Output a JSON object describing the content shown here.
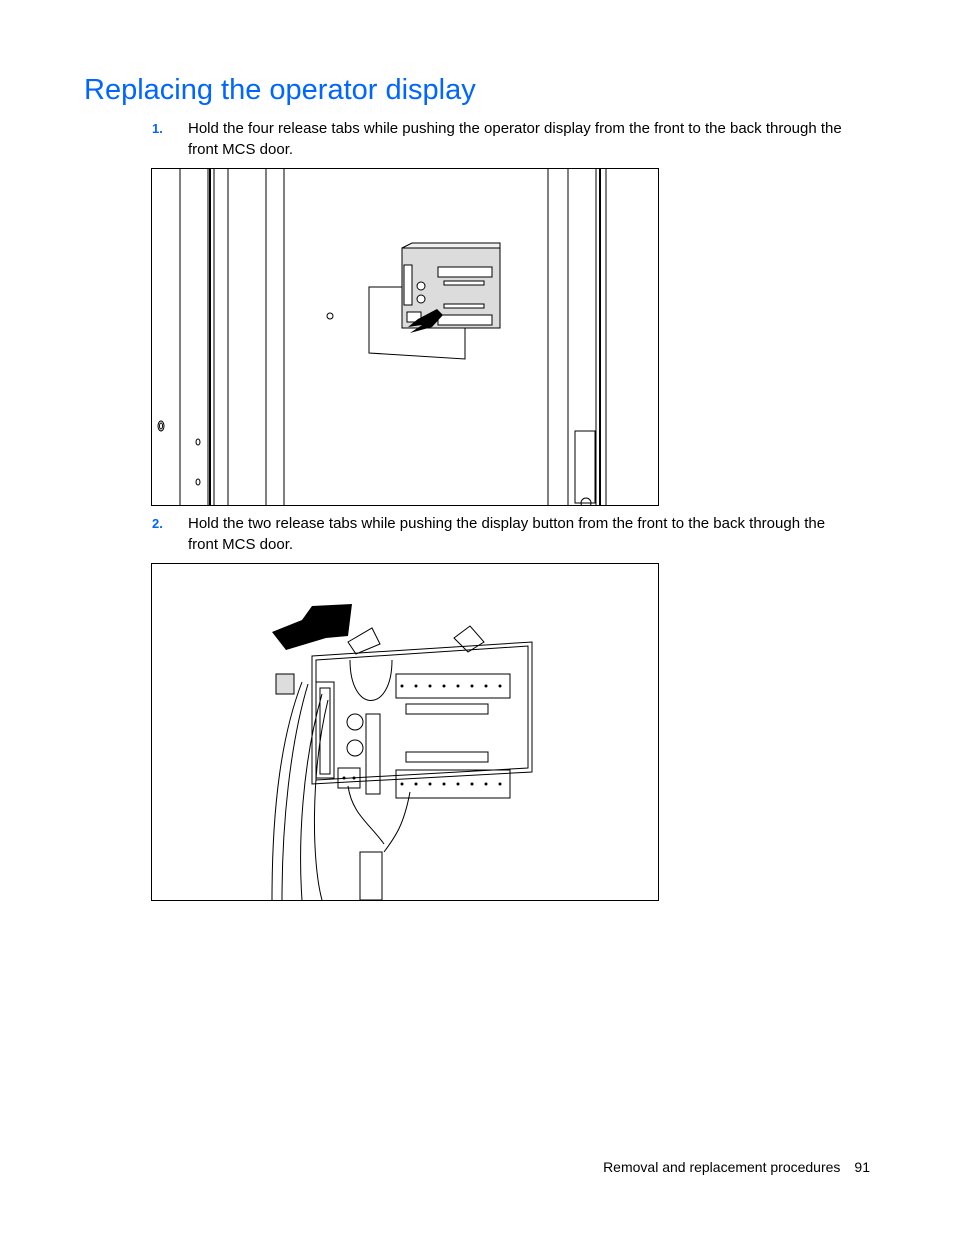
{
  "page_title": "Replacing the operator display",
  "steps": [
    {
      "number": "1.",
      "line1": "Hold the four release tabs while pushing the operator display from the front to the back through the",
      "line2": "front MCS door."
    },
    {
      "number": "2.",
      "line1": "Hold the two release tabs while pushing the display button from the front to the back through the",
      "line2": "front MCS door."
    }
  ],
  "footer": {
    "section": "Removal and replacement procedures",
    "page_number": "91"
  },
  "colors": {
    "heading": "#0066ff",
    "step_number": "#0066ff",
    "text": "#000000"
  }
}
